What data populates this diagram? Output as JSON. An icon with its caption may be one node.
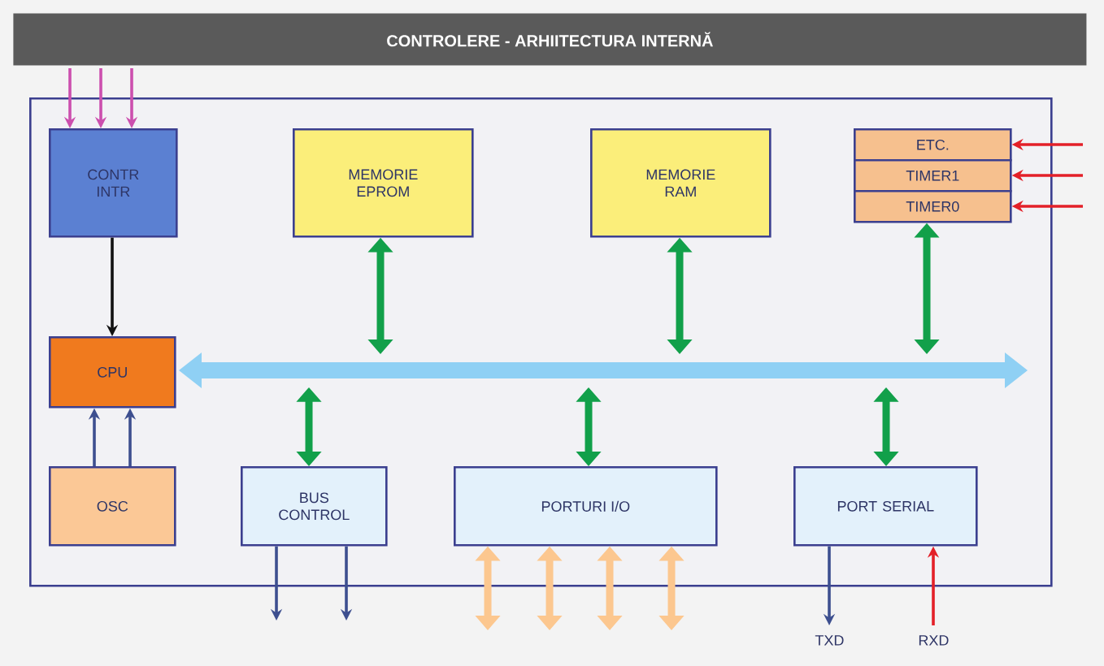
{
  "diagram": {
    "title": "CONTROLERE - ARHIITECTURA INTERNĂ",
    "nodes": [
      {
        "text": [],
        "shape": "box"
      },
      {
        "text": [
          "CONTR INTR"
        ],
        "in": 0
      },
      {
        "text": [
          "MEMORIE EPROM"
        ],
        "in": 0
      },
      {
        "text": [
          "MEMORIE RAM"
        ],
        "in": 0
      },
      {
        "text": [
          "ETC."
        ],
        "in": 0
      },
      {
        "text": [
          "TIMER1"
        ],
        "in": 0
      },
      {
        "text": [
          "TIMER0"
        ],
        "in": 0
      },
      {
        "text": [
          "CPU"
        ],
        "in": 0
      },
      {
        "text": [],
        "shape": "bar",
        "in": 0
      },
      {
        "text": [
          "OSC"
        ],
        "in": 0
      },
      {
        "text": [
          "BUS CONTROL"
        ],
        "in": 0
      },
      {
        "text": [
          "PORTURI I/O"
        ],
        "in": 0
      },
      {
        "text": [
          "PORT SERIAL"
        ],
        "in": 0
      },
      {
        "text": [
          "TXD"
        ]
      },
      {
        "text": [
          "RXD"
        ]
      }
    ],
    "edges": [
      {
        "from": null,
        "to": 1,
        "arrow": "to",
        "color": "#cc4fae"
      },
      {
        "from": null,
        "to": 1,
        "arrow": "to",
        "color": "#cc4fae"
      },
      {
        "from": null,
        "to": 1,
        "arrow": "to",
        "color": "#cc4fae"
      },
      {
        "from": 1,
        "to": 7,
        "arrow": "to",
        "color": "#111111"
      },
      {
        "from": 2,
        "to": 8,
        "arrow": "both",
        "style": "thick"
      },
      {
        "from": 3,
        "to": 8,
        "arrow": "both",
        "style": "thick"
      },
      {
        "from": 6,
        "to": 8,
        "arrow": "both",
        "style": "thick"
      },
      {
        "from": 9,
        "to": 7,
        "arrow": "to",
        "color": "#3d4f8f"
      },
      {
        "from": 9,
        "to": 7,
        "arrow": "to",
        "color": "#3d4f8f"
      },
      {
        "from": 8,
        "to": 10,
        "arrow": "both",
        "style": "thick"
      },
      {
        "from": 8,
        "to": 11,
        "arrow": "both",
        "style": "thick"
      },
      {
        "from": 8,
        "to": 12,
        "arrow": "both",
        "style": "thick"
      },
      {
        "from": 10,
        "to": null,
        "arrow": "to",
        "color": "#3d4f8f"
      },
      {
        "from": 10,
        "to": null,
        "arrow": "to",
        "color": "#3d4f8f"
      },
      {
        "from": 11,
        "to": null,
        "arrow": "both",
        "style": "thick",
        "color": "#fcc78f"
      },
      {
        "from": 11,
        "to": null,
        "arrow": "both",
        "style": "thick",
        "color": "#fcc78f"
      },
      {
        "from": 11,
        "to": null,
        "arrow": "both",
        "style": "thick",
        "color": "#fcc78f"
      },
      {
        "from": 11,
        "to": null,
        "arrow": "both",
        "style": "thick",
        "color": "#fcc78f"
      },
      {
        "from": 12,
        "to": 13,
        "arrow": "to",
        "color": "#3d4f8f"
      },
      {
        "from": 14,
        "to": 12,
        "arrow": "to",
        "color": "#e32028"
      },
      {
        "from": null,
        "to": 4,
        "arrow": "to",
        "color": "#e32028"
      },
      {
        "from": null,
        "to": 5,
        "arrow": "to",
        "color": "#e32028"
      },
      {
        "from": null,
        "to": 6,
        "arrow": "to",
        "color": "#e32028"
      }
    ]
  }
}
